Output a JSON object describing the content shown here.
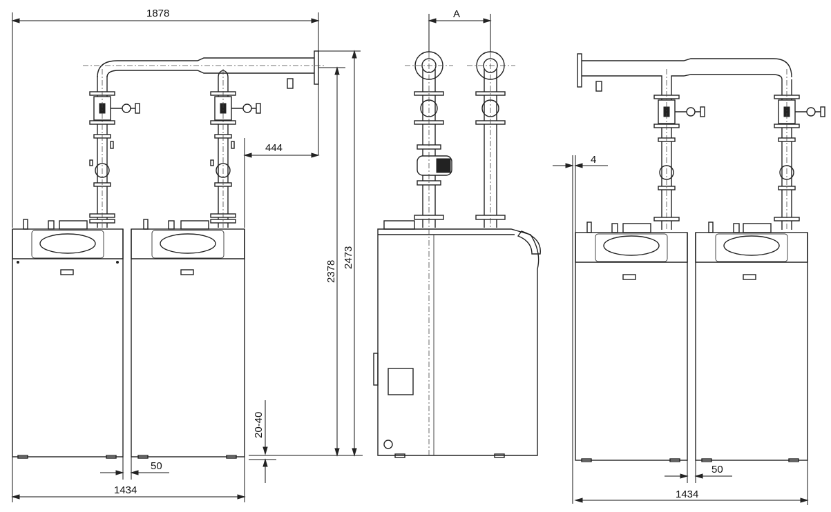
{
  "diagram": {
    "dimensions": {
      "overall_width_top": "1878",
      "offset_a": "A",
      "offset_444": "444",
      "height_2378": "2378",
      "height_2473": "2473",
      "adjust_20_40": "20-40",
      "gap_left": "50",
      "gap_right": "50",
      "width_left": "1434",
      "width_right": "1434",
      "wall_gap": "4"
    }
  }
}
